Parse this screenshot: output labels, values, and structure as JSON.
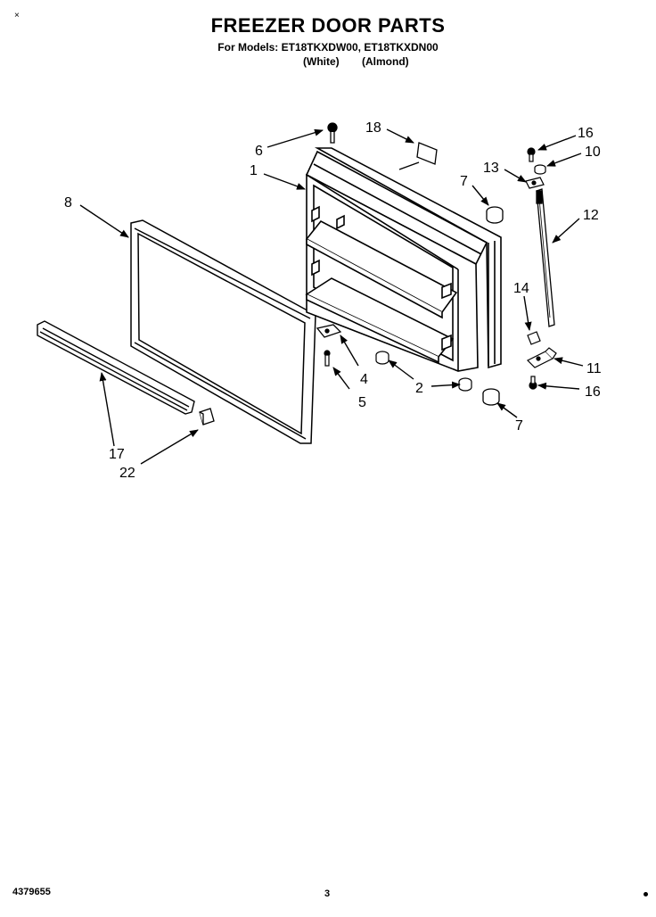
{
  "header": {
    "title": "FREEZER DOOR PARTS",
    "models": "For Models: ET18TKXDW00, ET18TKXDN00",
    "color_white": "(White)",
    "color_almond": "(Almond)"
  },
  "corner_mark": "×",
  "footer": {
    "doc_number": "4379655",
    "page_number": "3"
  },
  "callouts": {
    "c1": "1",
    "c2": "2",
    "c4": "4",
    "c5": "5",
    "c6": "6",
    "c7a": "7",
    "c7b": "7",
    "c8": "8",
    "c10": "10",
    "c11": "11",
    "c12": "12",
    "c13": "13",
    "c14": "14",
    "c16a": "16",
    "c16b": "16",
    "c17": "17",
    "c18": "18",
    "c22": "22"
  }
}
